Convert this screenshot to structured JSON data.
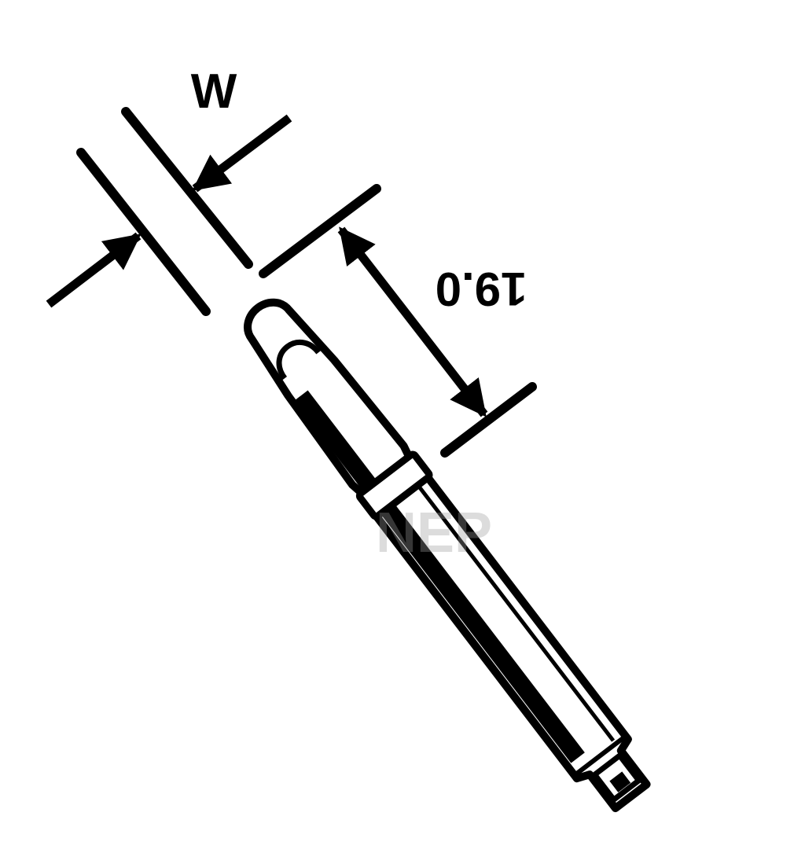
{
  "diagram": {
    "width_label": "W",
    "length_label": "19.0",
    "watermark_text": "NEP",
    "colors": {
      "ink": "#000000",
      "paper": "#ffffff",
      "watermark": "#9a9a9a"
    }
  }
}
